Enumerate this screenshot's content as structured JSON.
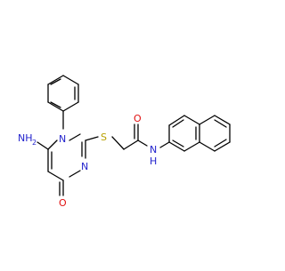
{
  "colors": {
    "background": "#ffffff",
    "bond": "#000000",
    "nitrogen": "#1f1fcc",
    "oxygen": "#e01010",
    "sulfur": "#b8a000"
  },
  "atoms": {
    "amine_nh2": "NH",
    "amine_sub": "2",
    "ring_n1": "N",
    "ring_n3": "N",
    "ring_oxo": "O",
    "thioether_s": "S",
    "carbonyl_o": "O",
    "amide_nh": "N",
    "amide_h": "H"
  }
}
